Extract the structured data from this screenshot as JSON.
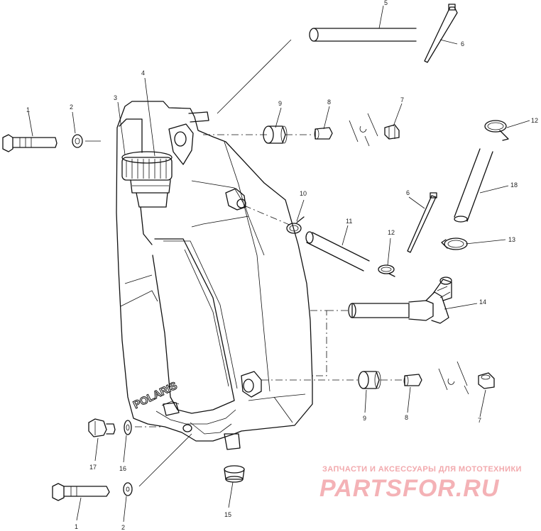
{
  "diagram": {
    "brand_mark": "POLARIS",
    "callouts": {
      "c1_top": "1",
      "c2_top": "2",
      "c3": "3",
      "c4": "4",
      "c5": "5",
      "c6_top": "6",
      "c7_top": "7",
      "c8_top": "8",
      "c9_top": "9",
      "c10": "10",
      "c11": "11",
      "c12_top": "12",
      "c12_mid": "12",
      "c13": "13",
      "c14": "14",
      "c18": "18",
      "c6_mid": "6",
      "c9_bot": "9",
      "c8_bot": "8",
      "c7_bot": "7",
      "c17": "17",
      "c16": "16",
      "c15": "15",
      "c1_bot": "1",
      "c2_bot": "2"
    }
  },
  "watermark": {
    "tagline": "ЗАПЧАСТИ И АКСЕССУАРЫ ДЛЯ МОТОТЕХНИКИ",
    "logo": "PARTSFOR.RU"
  }
}
